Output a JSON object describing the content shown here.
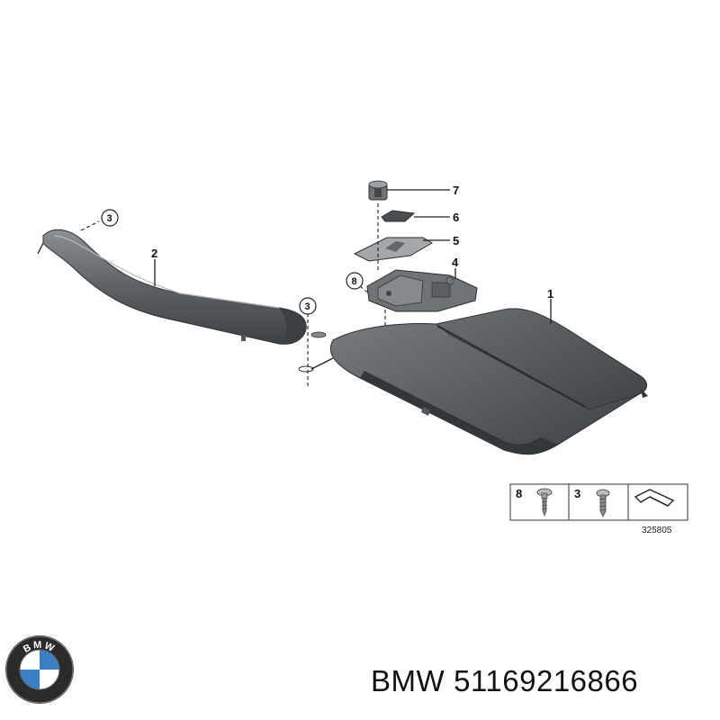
{
  "callouts": {
    "c1": "1",
    "c2": "2",
    "c3a": "3",
    "c3b": "3",
    "c4": "4",
    "c5": "5",
    "c6": "6",
    "c7": "7",
    "c8": "8"
  },
  "legend": {
    "item_a": "8",
    "item_b": "3",
    "code": "325805"
  },
  "logo_text": "BMW",
  "caption": {
    "brand": "BMW",
    "part_number": "51169216866"
  },
  "colors": {
    "part_dark": "#4a4d50",
    "part_mid": "#6e7276",
    "part_light": "#9a9ea2",
    "bmw_blue": "#3a7fc4"
  }
}
